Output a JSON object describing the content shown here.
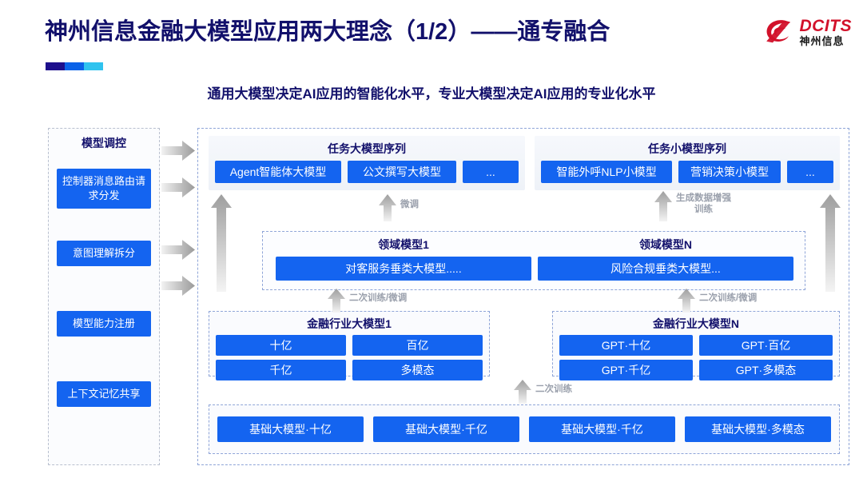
{
  "header": {
    "title": "神州信息金融大模型应用两大理念（1/2）——通专融合",
    "subtitle": "通用大模型决定AI应用的智能化水平，专业大模型决定AI应用的专业化水平",
    "accent_navy": "#12106b",
    "accent_blue": "#1464f0",
    "logo": {
      "en": "DCITS",
      "cn": "神州信息",
      "color": "#d2112a"
    }
  },
  "control_panel": {
    "title": "模型调控",
    "items": [
      {
        "label": "控制器消息路由请求分发"
      },
      {
        "label": "意图理解拆分"
      },
      {
        "label": "模型能力注册"
      },
      {
        "label": "上下文记忆共享"
      }
    ]
  },
  "task_large": {
    "title": "任务大模型序列",
    "chips": [
      "Agent智能体大模型",
      "公文撰写大模型",
      "..."
    ]
  },
  "task_small": {
    "title": "任务小模型序列",
    "chips": [
      "智能外呼NLP小模型",
      "营销决策小模型",
      "..."
    ]
  },
  "domain": {
    "col1": {
      "title": "领域模型1",
      "box": "对客服务垂类大模型....."
    },
    "coln": {
      "title": "领域模型N",
      "box": "风险合规垂类大模型..."
    }
  },
  "industry_1": {
    "title": "金融行业大模型1",
    "cells": [
      "十亿",
      "百亿",
      "千亿",
      "多模态"
    ]
  },
  "industry_n": {
    "title": "金融行业大模型N",
    "cells": [
      "GPT·十亿",
      "GPT·百亿",
      "GPT·千亿",
      "GPT·多模态"
    ]
  },
  "foundation": {
    "boxes": [
      "基础大模型·十亿",
      "基础大模型·千亿",
      "基础大模型·千亿",
      "基础大模型·多模态"
    ]
  },
  "flow_labels": {
    "finetune_left": "微调",
    "data_aug_right": "生成数据增强\n训练",
    "retrain_finetune_left": "二次训练/微调",
    "retrain_finetune_right": "二次训练/微调",
    "retrain_bottom": "二次训练"
  }
}
